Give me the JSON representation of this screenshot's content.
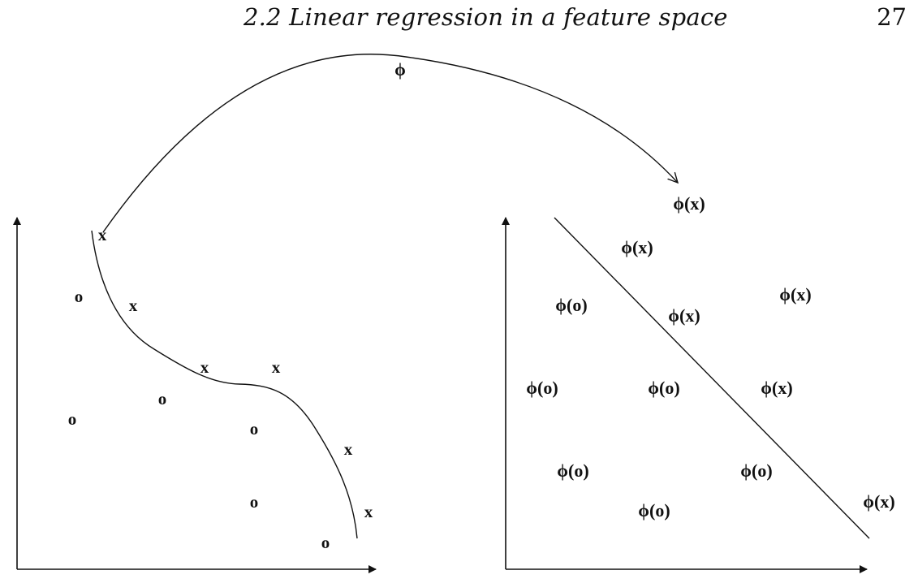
{
  "header": {
    "running_title": "2.2  Linear regression in a feature space",
    "page_number": "27"
  },
  "figure": {
    "mapping_label": "ϕ",
    "input_space": {
      "points": [
        {
          "label": "x"
        },
        {
          "label": "o"
        },
        {
          "label": "x"
        },
        {
          "label": "x"
        },
        {
          "label": "x"
        },
        {
          "label": "o"
        },
        {
          "label": "o"
        },
        {
          "label": "o"
        },
        {
          "label": "x"
        },
        {
          "label": "o"
        },
        {
          "label": "x"
        },
        {
          "label": "o"
        }
      ]
    },
    "feature_space": {
      "points": [
        {
          "label": "ϕ(x)"
        },
        {
          "label": "ϕ(x)"
        },
        {
          "label": "ϕ(o)"
        },
        {
          "label": "ϕ(x)"
        },
        {
          "label": "ϕ(x)"
        },
        {
          "label": "ϕ(o)"
        },
        {
          "label": "ϕ(o)"
        },
        {
          "label": "ϕ(x)"
        },
        {
          "label": "ϕ(o)"
        },
        {
          "label": "ϕ(o)"
        },
        {
          "label": "ϕ(o)"
        },
        {
          "label": "ϕ(x)"
        }
      ]
    }
  }
}
